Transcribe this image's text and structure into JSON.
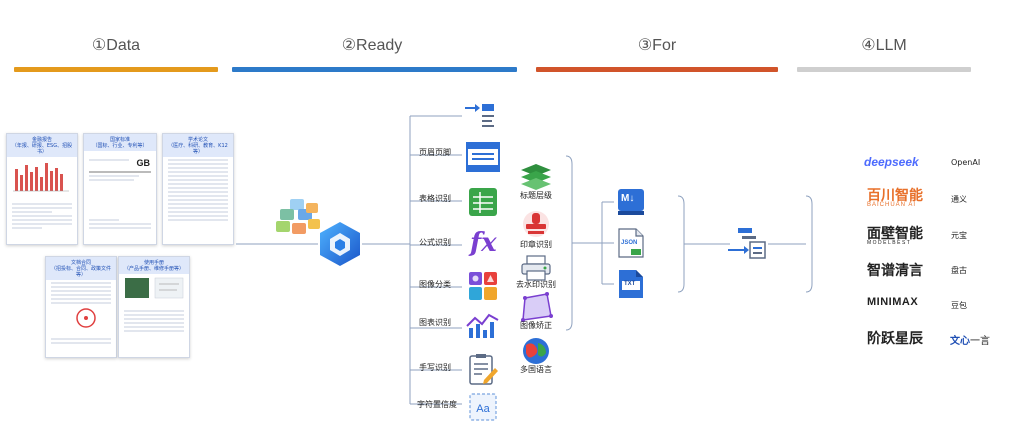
{
  "steps": [
    {
      "label": "①Data",
      "color": "#e49a1c"
    },
    {
      "label": "②Ready",
      "color": "#2d7ac9"
    },
    {
      "label": "③For",
      "color": "#d1542a"
    },
    {
      "label": "④LLM",
      "color": "#cfcfcf"
    }
  ],
  "documents": {
    "financial": "金融报告\n（年报、研报、ESG、招股书）",
    "standard": "国家标准\n（国标、行业、专利等）",
    "academic": "学术论文\n（医疗、科研、教育、K12等）",
    "legal": "文档合同\n（招投标、合同、政策文件等）",
    "manual": "使用手册\n（产品手册、维修手册等）",
    "gb_logo": "GB"
  },
  "capabilities_left": [
    "页眉页脚",
    "表格识别",
    "公式识别",
    "图像分类",
    "图表识别",
    "手写识别",
    "字符置信度"
  ],
  "capabilities_right": [
    "标题层级",
    "印章识别",
    "去水印识别",
    "图像矫正",
    "多国语言"
  ],
  "formula_symbol": "fx",
  "output_formats": {
    "md": "M↓",
    "json": "JSON",
    "txt": "TXT"
  },
  "llm_brands_left": [
    {
      "name": "deepseek"
    },
    {
      "name": "百川智能",
      "sub": "BAICHUAN AI"
    },
    {
      "name": "面壁智能",
      "sub": "MODELBEST"
    },
    {
      "name": "智谱清言"
    },
    {
      "name": "MINIMAX"
    },
    {
      "name": "阶跃星辰"
    }
  ],
  "llm_brands_right": [
    "OpenAI",
    "通义",
    "元宝",
    "盘古",
    "豆包"
  ],
  "wenxin": {
    "bold": "文心",
    "rest": "一言"
  }
}
